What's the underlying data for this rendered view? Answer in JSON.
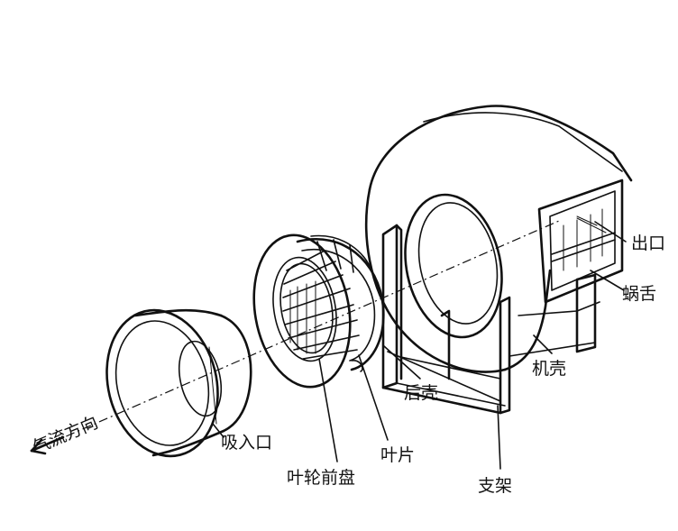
{
  "labels": {
    "airflow": "气流方向",
    "inlet": "吸入口",
    "impeller_front": "叶轮前盘",
    "blade": "叶片",
    "rear_shell": "后壳",
    "bracket": "支架",
    "casing": "机壳",
    "volute_tongue": "蜗舌",
    "outlet": "出口"
  }
}
